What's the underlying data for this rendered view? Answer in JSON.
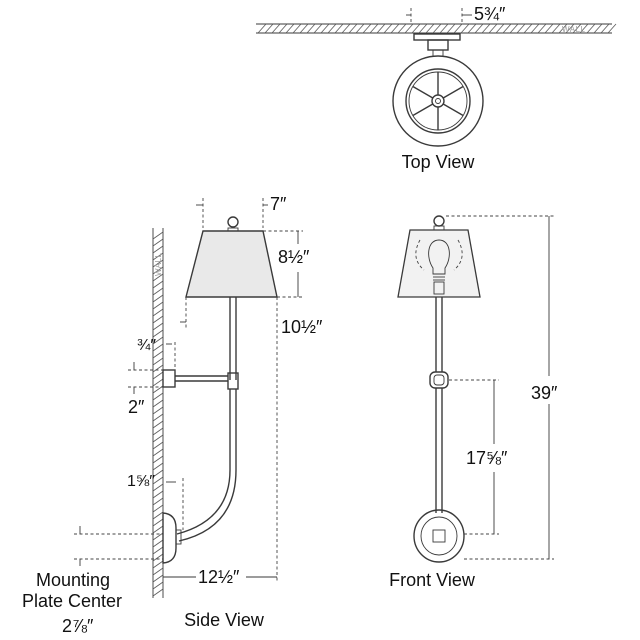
{
  "views": {
    "top": {
      "title": "Top View",
      "wall_label": "WALL",
      "dim_projection": "5¾″"
    },
    "side": {
      "title": "Side View",
      "wall_label": "WALL",
      "dim_shade_width": "7″",
      "dim_shade_height": "8½″",
      "dim_shade_to_arm": "10½″",
      "dim_arm_offset": "¾″",
      "dim_arm_plate": "2″",
      "dim_backplate_offset": "1⅝″",
      "dim_extension": "12½″",
      "mounting_label_line1": "Mounting",
      "mounting_label_line2": "Plate Center",
      "dim_mounting_center": "2⅞″"
    },
    "front": {
      "title": "Front View",
      "dim_overall_height": "39″",
      "dim_center_height": "17⅝″"
    }
  },
  "colors": {
    "line": "#3a3a3a",
    "shade_fill": "#e9e9e9",
    "wall_text": "#9a9a9a"
  }
}
